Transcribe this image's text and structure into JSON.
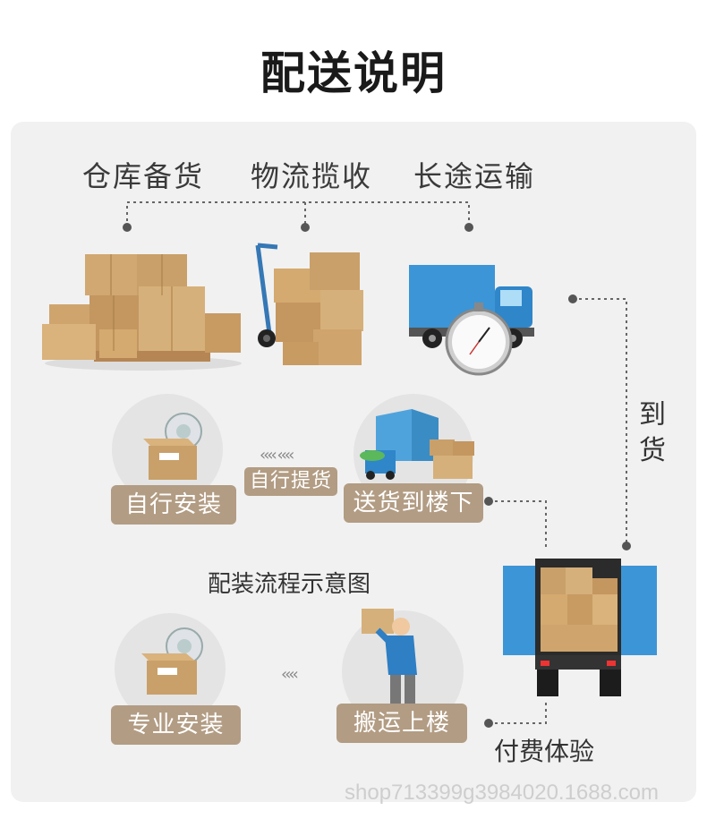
{
  "title": "配送说明",
  "steps": [
    "仓库备货",
    "物流揽收",
    "长途运输"
  ],
  "arrive_label_1": "到",
  "arrive_label_2": "货",
  "pickup_label": "自行提货",
  "self_install": "自行安装",
  "deliver_downstairs": "送货到楼下",
  "flow_title": "配装流程示意图",
  "pro_install": "专业安装",
  "carry_upstairs": "搬运上楼",
  "paid_experience": "付费体验",
  "chevrons_1": "‹‹‹‹ ‹‹‹‹",
  "chevrons_2": "‹‹‹‹",
  "watermark": "shop713399g3984020.1688.com",
  "colors": {
    "pill": "#b29c83",
    "panel": "#f1f1f1",
    "truck": "#3c95d6",
    "box": "#c9a06a"
  },
  "icons": [
    "boxes-stack-icon",
    "hand-truck-icon",
    "truck-stopwatch-icon",
    "box-parts-icon",
    "building-truck-icon",
    "worker-carrying-icon",
    "open-truck-icon"
  ]
}
